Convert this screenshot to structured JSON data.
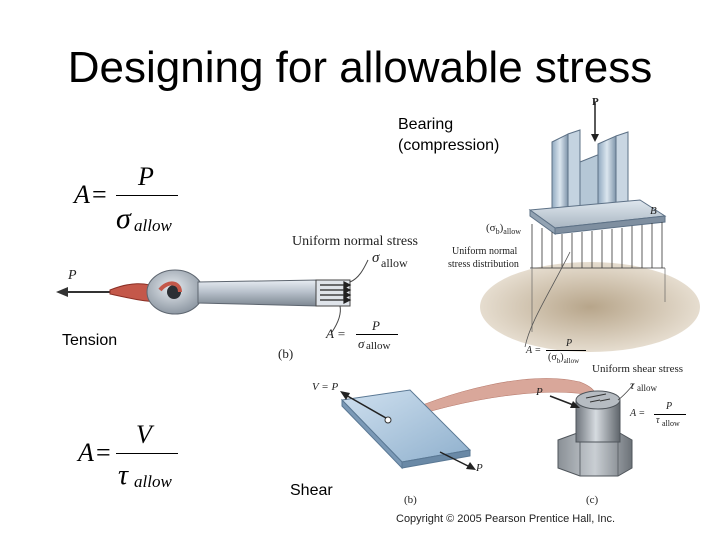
{
  "slide": {
    "title": "Designing for allowable stress",
    "labels": {
      "bearing": "Bearing",
      "bearing_sub": "(compression)",
      "tension": "Tension",
      "shear": "Shear"
    },
    "eq_normal": {
      "lhs": "A",
      "eq": "=",
      "num": "P",
      "den_sym": "σ",
      "den_sub": "allow"
    },
    "eq_shear": {
      "lhs": "A",
      "eq": "=",
      "num": "V",
      "den_sym": "τ",
      "den_sub": "allow"
    },
    "tension_fig": {
      "title": "Uniform normal stress",
      "sigma_sym": "σ",
      "sigma_sub": "allow",
      "eq_lhs": "A =",
      "eq_num": "P",
      "eq_den_sym": "σ",
      "eq_den_sub": "allow",
      "force": "P",
      "caption": "(b)"
    },
    "bearing_fig": {
      "force": "P",
      "plate": "B",
      "stress_sym": "(σ",
      "stress_sub_b": "b",
      "stress_close": ")",
      "stress_sub": "allow",
      "dist_line1": "Uniform normal",
      "dist_line2": "stress distribution",
      "eq_lhs": "A =",
      "eq_num": "P",
      "eq_den": "(σ",
      "eq_den_sub_b": "b",
      "eq_den_close": ")",
      "eq_den_sub": "allow"
    },
    "shear_fig": {
      "vp_label": "V = P",
      "force_plate": "P",
      "force_bolt": "P",
      "title": "Uniform shear stress",
      "tau_sym": "τ",
      "tau_sub": "allow",
      "eq_lhs": "A =",
      "eq_num": "P",
      "eq_den_sym": "τ",
      "eq_den_sub": "allow",
      "caption_b": "(b)",
      "caption_c": "(c)"
    },
    "copyright": "Copyright © 2005 Pearson Prentice Hall, Inc."
  }
}
